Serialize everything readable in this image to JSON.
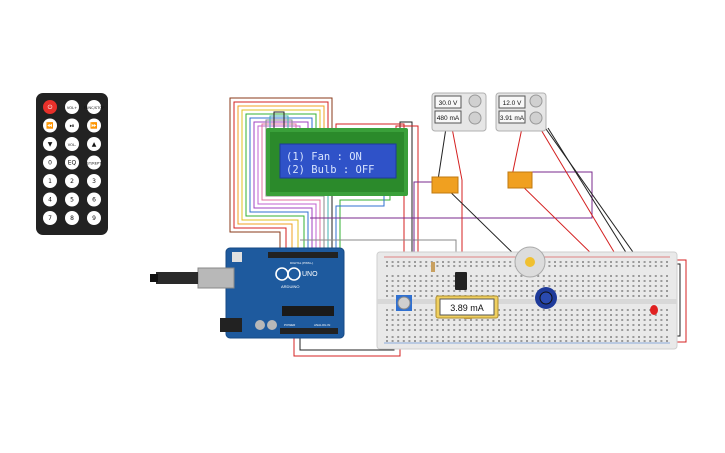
{
  "remote": {
    "buttons": [
      {
        "label": "",
        "icon": "power-icon",
        "color": "#e8302a"
      },
      {
        "label": "VOL+"
      },
      {
        "label": "FUNC/STOP"
      },
      {
        "label": "",
        "icon": "rewind-icon"
      },
      {
        "label": "",
        "icon": "play-pause-icon"
      },
      {
        "label": "",
        "icon": "fast-forward-icon"
      },
      {
        "label": "",
        "icon": "arrow-down-icon"
      },
      {
        "label": "VOL-"
      },
      {
        "label": "",
        "icon": "arrow-up-icon"
      },
      {
        "label": "0"
      },
      {
        "label": "EQ"
      },
      {
        "label": "ST/REPT"
      },
      {
        "label": "1"
      },
      {
        "label": "2"
      },
      {
        "label": "3"
      },
      {
        "label": "4"
      },
      {
        "label": "5"
      },
      {
        "label": "6"
      },
      {
        "label": "7"
      },
      {
        "label": "8"
      },
      {
        "label": "9"
      }
    ]
  },
  "lcd": {
    "line1": "(1) Fan : ON",
    "line2": "(2) Bulb : OFF",
    "color": "#2f52c8"
  },
  "supply_left": {
    "voltage": "30.0 V",
    "current": "480 mA"
  },
  "supply_right": {
    "voltage": "12.0 V",
    "current": "3.91 mA"
  },
  "multimeter": {
    "reading": "3.89 mA"
  },
  "arduino": {
    "model": "UNO",
    "brand": "ARDUINO",
    "label_power": "POWER",
    "label_analog": "ANALOG IN",
    "label_digital": "DIGITAL (PWM~)"
  },
  "colors": {
    "board": "#1e5a9e",
    "breadboard": "#e9e9e9",
    "wire_red": "#d42020",
    "wire_black": "#222222",
    "wire_green": "#33b233",
    "wire_purple": "#7a2a8c",
    "relay": "#f0a020",
    "led": "#e02020"
  }
}
